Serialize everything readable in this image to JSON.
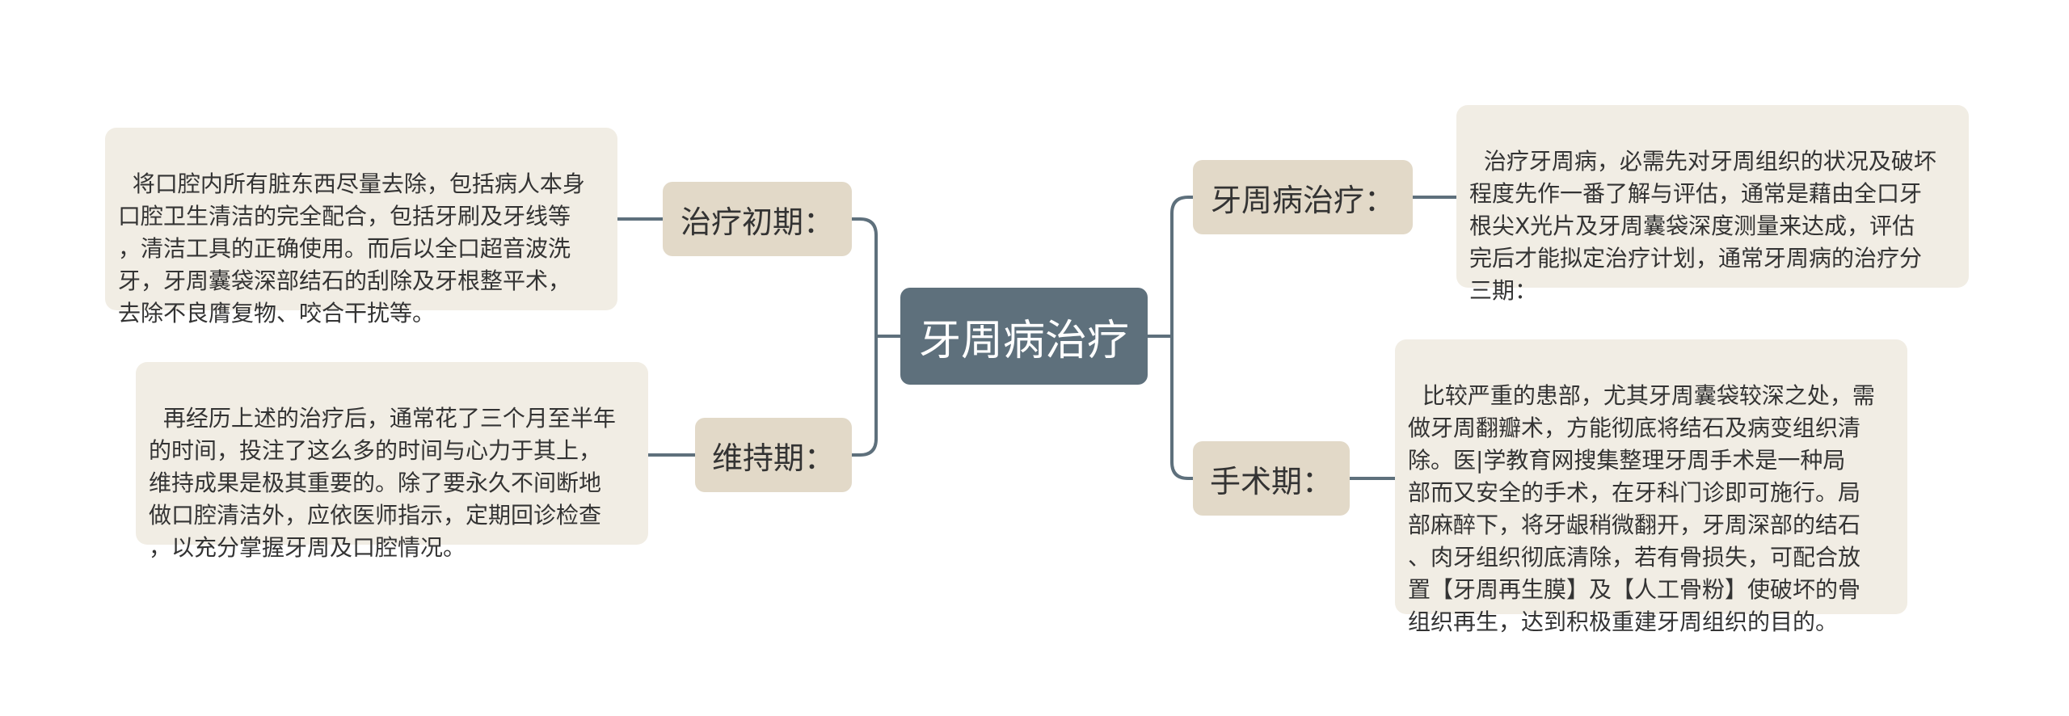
{
  "central": {
    "label": "牙周病治疗"
  },
  "branches": {
    "initial": {
      "label": "治疗初期：",
      "text": "将口腔内所有脏东西尽量去除，包括病人本身\n口腔卫生清洁的完全配合，包括牙刷及牙线等\n，清洁工具的正确使用。而后以全口超音波洗\n牙，牙周囊袋深部结石的刮除及牙根整平术，\n去除不良膺复物、咬合干扰等。"
    },
    "maintain": {
      "label": "维持期：",
      "text": "再经历上述的治疗后，通常花了三个月至半年\n的时间，投注了这么多的时间与心力于其上，\n维持成果是极其重要的。除了要永久不间断地\n做口腔清洁外，应依医师指示，定期回诊检查\n，以充分掌握牙周及口腔情况。"
    },
    "pdt": {
      "label": "牙周病治疗：",
      "text": "治疗牙周病，必需先对牙周组织的状况及破坏\n程度先作一番了解与评估，通常是藉由全口牙\n根尖X光片及牙周囊袋深度测量来达成，评估\n完后才能拟定治疗计划，通常牙周病的治疗分\n三期："
    },
    "surgery": {
      "label": "手术期：",
      "text": "比较严重的患部，尤其牙周囊袋较深之处，需\n做牙周翻瓣术，方能彻底将结石及病变组织清\n除。医|学教育网搜集整理牙周手术是一种局\n部而又安全的手术，在牙科门诊即可施行。局\n部麻醉下，将牙龈稍微翻开，牙周深部的结石\n、肉牙组织彻底清除，若有骨损失，可配合放\n置【牙周再生膜】及【人工骨粉】使破坏的骨\n组织再生，达到积极重建牙周组织的目的。"
    }
  },
  "colors": {
    "central_bg": "#5e707c",
    "branch_bg": "#e2d9c8",
    "leaf_bg": "#f1ede4",
    "connector": "#5e707c"
  }
}
